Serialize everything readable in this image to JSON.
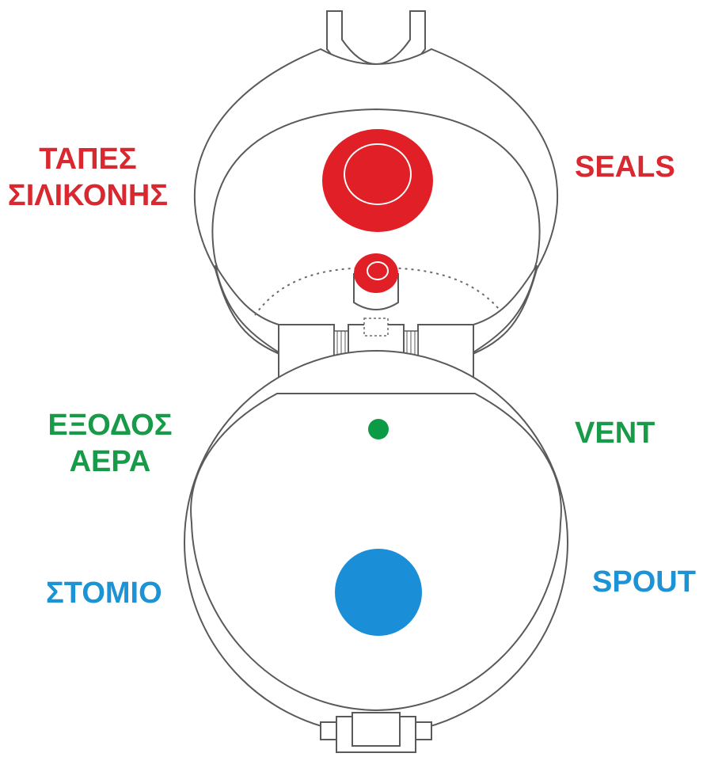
{
  "labels": {
    "seals_gr": [
      "ΤΑΠΕΣ",
      "ΣΙΛΙΚΟΝΗΣ"
    ],
    "seals_en": "SEALS",
    "vent_gr": [
      "ΕΞΟΔΟΣ",
      "ΑΕΡΑ"
    ],
    "vent_en": "VENT",
    "spout_gr": "ΣΤΟΜΙΟ",
    "spout_en": "SPOUT"
  },
  "colors": {
    "outline": "#5a5a5a",
    "seal_red": "#e11f26",
    "vent_green": "#0b9a46",
    "spout_blue": "#1a8fd8",
    "label_red": "#d9282f",
    "label_green": "#179b48",
    "label_blue": "#1b93d4"
  }
}
